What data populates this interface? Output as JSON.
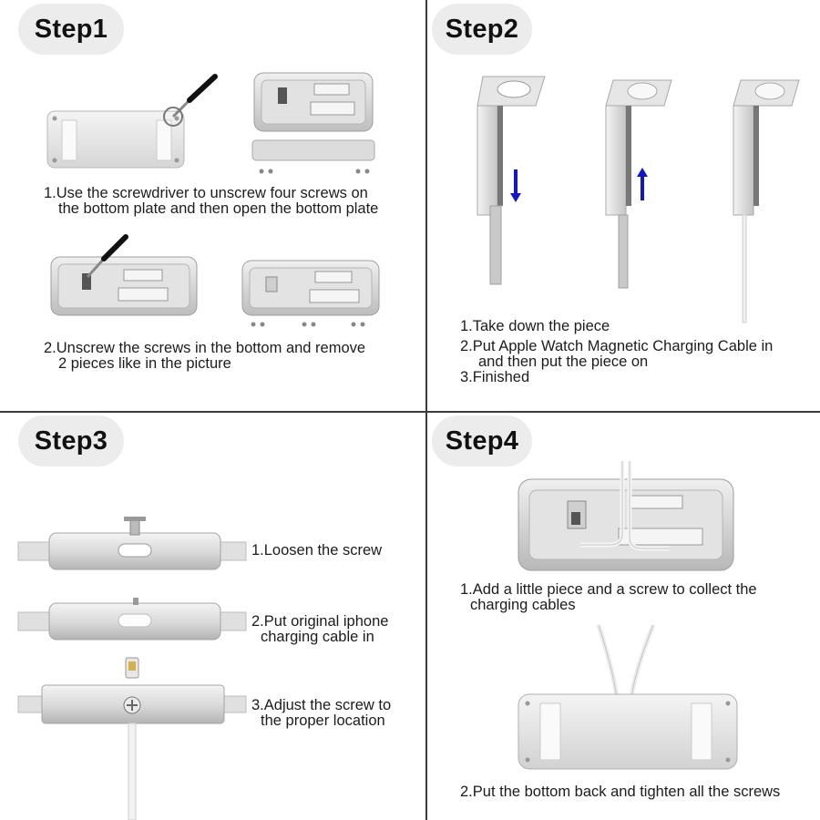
{
  "steps": [
    {
      "badge": "Step1",
      "captions": [
        {
          "line1": "1.Use the screwdriver to unscrew four screws on",
          "line2": "the bottom plate and then open the bottom plate"
        },
        {
          "line1": "2.Unscrew the screws in the bottom and remove",
          "line2": "2 pieces like in the picture"
        }
      ]
    },
    {
      "badge": "Step2",
      "captions": [
        {
          "line1": "1.Take down the piece"
        },
        {
          "line1": "2.Put Apple Watch Magnetic Charging Cable in",
          "line2": "and then put the piece on"
        },
        {
          "line1": "3.Finished"
        }
      ]
    },
    {
      "badge": "Step3",
      "captions": [
        {
          "line1": "1.Loosen the screw"
        },
        {
          "line1": "2.Put original iphone",
          "line2": "charging cable in"
        },
        {
          "line1": "3.Adjust the screw to",
          "line2": "the proper location"
        }
      ]
    },
    {
      "badge": "Step4",
      "captions": [
        {
          "line1": "1.Add a little piece and a screw to collect the",
          "line2": "charging cables"
        },
        {
          "line1": "2.Put the bottom back and tighten all the screws"
        }
      ]
    }
  ],
  "colors": {
    "badge_bg": "#ececec",
    "divider": "#3a3a3a",
    "arrow": "#1515c8",
    "metal_light": "#eeeeee",
    "metal_mid": "#cfcfcf",
    "metal_dark": "#9a9a9a"
  }
}
